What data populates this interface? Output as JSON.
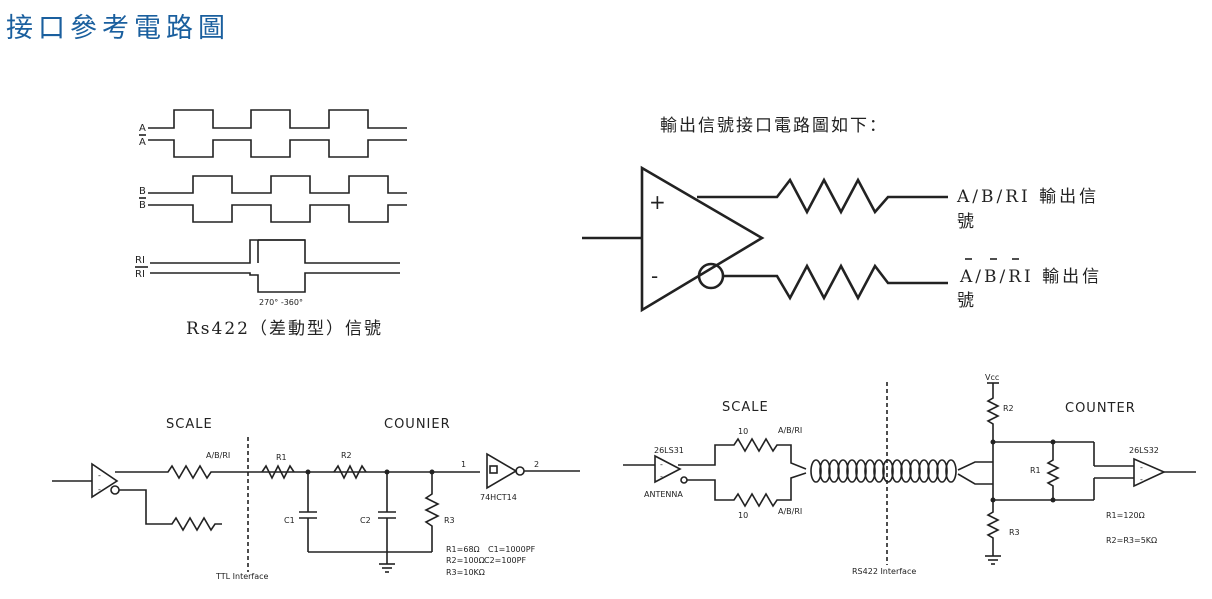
{
  "title": "接口參考電路圖",
  "waveform": {
    "labels": {
      "a": "A",
      "a_bar": "A",
      "b": "B",
      "b_bar": "B",
      "ri": "RI",
      "ri_bar": "RI"
    },
    "phase": "270° -360°",
    "caption": "Rs422（差動型）信號"
  },
  "output_circuit": {
    "heading": "輸出信號接口電路圖如下：",
    "plus": "+",
    "minus": "-",
    "out1_line1": "A/B/RI 輸出信",
    "out1_line2": "號",
    "out2_line1": "A/B/RI 輸出信",
    "out2_line2": "號"
  },
  "ttl_circuit": {
    "scale": "SCALE",
    "counter": "COUNIER",
    "signal": "A/B/RI",
    "r1": "R1",
    "r2": "R2",
    "r3": "R3",
    "c1": "C1",
    "c2": "C2",
    "pin1": "1",
    "pin2": "2",
    "ic": "74HCT14",
    "values": [
      "R1=68Ω",
      "C1=1000PF",
      "R2=100Ω",
      "C2=100PF",
      "R3=10KΩ"
    ],
    "interface": "TTL Interface"
  },
  "rs422_circuit": {
    "scale": "SCALE",
    "counter": "COUNTER",
    "driver": "26LS31",
    "receiver": "26LS32",
    "antenna": "ANTENNA",
    "vcc": "Vcc",
    "r_top": "10",
    "r_bot": "10",
    "sig_top": "A/B/RI",
    "sig_bot": "A/B/RI",
    "r1": "R1",
    "r2": "R2",
    "r3": "R3",
    "values": [
      "R1=120Ω",
      "R2=R3=5KΩ"
    ],
    "interface": "RS422 Interface"
  }
}
